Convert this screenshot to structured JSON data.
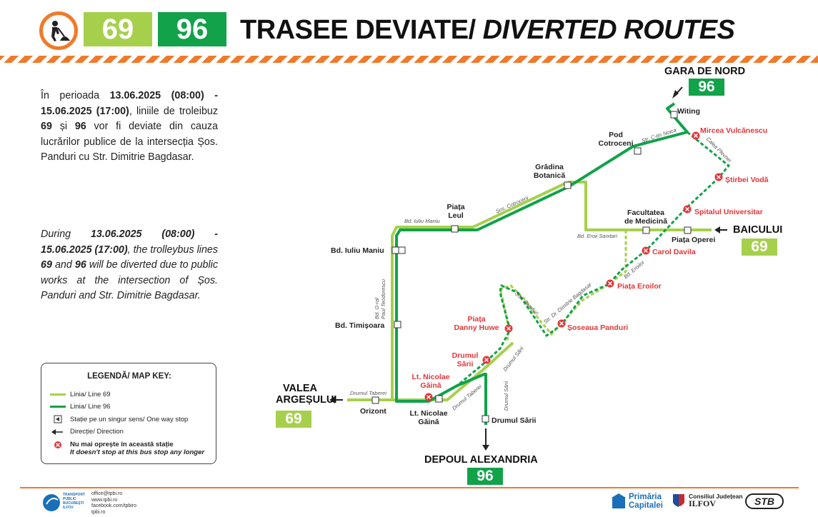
{
  "header": {
    "badge_69": "69",
    "badge_96": "96",
    "title_ro": "TRASEE DEVIATE/",
    "title_en": "DIVERTED ROUTES"
  },
  "info_ro": {
    "p1": "În perioada ",
    "d1": "13.06.2025 (08:00) - 15.06.2025 (17:00)",
    "p2": ", liniile de troleibuz ",
    "l69": "69",
    "p3": " și ",
    "l96": "96",
    "p4": " vor fi deviate din cauza lucrărilor publice de la intersecția Șos. Panduri cu Str. Dimitrie Bagdasar."
  },
  "info_en": {
    "p1": "During ",
    "d1": "13.06.2025 (08:00) - 15.06.2025 (17:00)",
    "p2": ", the trolleybus lines ",
    "l69": "69",
    "p3": " and ",
    "l96": "96",
    "p4": " will be diverted due to public works at the intersection of Șos. Panduri and Str. Dimitrie Bagdasar."
  },
  "legend": {
    "title": "LEGENDĂ/ MAP KEY:",
    "line69": "Linia/ Line 69",
    "line96": "Linia/ Line 96",
    "oneway": "Stație pe un singur sens/ One way stop",
    "direction": "Direcție/ Direction",
    "nostop_ro": "Nu mai oprește în această stație",
    "nostop_en": "It doesn't stop at this bus stop any longer"
  },
  "colors": {
    "line69": "#a6d04b",
    "line96": "#11a24a",
    "accent": "#f07a2a",
    "cancel": "#e2363a"
  },
  "terminals": {
    "gara": "GARA DE NORD",
    "gara_line": "96",
    "baicului": "BAICULUI",
    "baicului_line": "69",
    "valea1": "VALEA",
    "valea2": "ARGEȘULUI",
    "valea_line": "69",
    "depou": "DEPOUL ALEXANDRIA",
    "depou_line": "96"
  },
  "stops": {
    "witing": "Witing",
    "pod1": "Pod",
    "pod2": "Cotroceni",
    "gradina1": "Grădina",
    "gradina2": "Botanică",
    "piata1": "Piața",
    "piata2": "Leul",
    "fac1": "Facultatea",
    "fac2": "de Medicină",
    "opera": "Piața Operei",
    "iuliu": "Bd. Iuliu Maniu",
    "timisoara": "Bd. Timișoara",
    "orizont": "Orizont",
    "gaina1": "Lt. Nicolae",
    "gaina2": "Găină",
    "sarii": "Drumul Sării"
  },
  "cancelled": {
    "mircea": "Mircea Vulcănescu",
    "stirbei": "Știrbei Vodă",
    "spital": "Spitalul Universitar",
    "carol": "Carol Davila",
    "eroilor": "Piața Eroilor",
    "panduri": "Șoseaua Panduri",
    "danny1": "Piața",
    "danny2": "Danny Huwe",
    "sarii1": "Drumul",
    "sarii2": "Sării",
    "gaina1": "Lt. Nicolae",
    "gaina2": "Găină"
  },
  "streets": {
    "cnoica": "Str. C-tin Noica",
    "plevnei": "Calea Plevnei",
    "cotroceni": "Șos. Cotroceni",
    "iuliu": "Bd. Iuliu Maniu",
    "eroii": "Bd. Eroii Sanitari",
    "eroilor": "Bd. Eroilor",
    "bagdasar": "Str. Dr. Dimitrie Bagdasar",
    "panduri": "Șos. Panduri",
    "geral1": "Bd. G-ral",
    "geral2": "Paul Teodorescu",
    "taberei": "Drumul Taberei",
    "taberei2": "Drumul Taberei",
    "sarii_a": "Drumul Sării",
    "sarii_b": "Drumul Sării"
  },
  "footer": {
    "tpbi1": "TRANSPORT",
    "tpbi2": "PUBLIC",
    "tpbi3": "BUCUREȘTI",
    "tpbi4": "ILFOV",
    "email": "office@tpbi.ro",
    "web": "www.tpbi.ro",
    "fb": "facebook.com/tpbiro",
    "x": "tpbi.ro",
    "pmb1": "Primăria",
    "pmb2": "Capitalei",
    "cj1": "Consiliul Județean",
    "cj2": "ILFOV",
    "stb": "STB"
  }
}
